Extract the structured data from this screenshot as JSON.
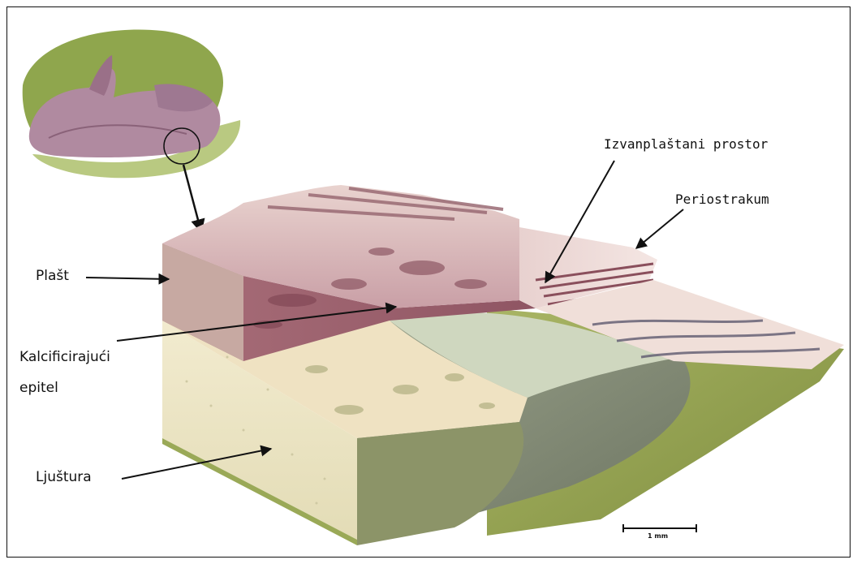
{
  "labels": {
    "plast": "Plašt",
    "kalcificirajuci_line1": "Kalcificirajući",
    "kalcificirajuci_line2": "epitel",
    "ljustura": "Ljuštura",
    "izvanplastani": "Izvanplaštani prostor",
    "periostrakum": "Periostrakum"
  },
  "scale_bar": {
    "text": "1 mm"
  },
  "colors": {
    "mantle": "#b07a86",
    "mantle_dark": "#8a4f5c",
    "shell_cream": "#efe8c9",
    "shell_green": "#9aa957",
    "dark_green": "#6f7d45",
    "grey_green": "#8c947a"
  }
}
